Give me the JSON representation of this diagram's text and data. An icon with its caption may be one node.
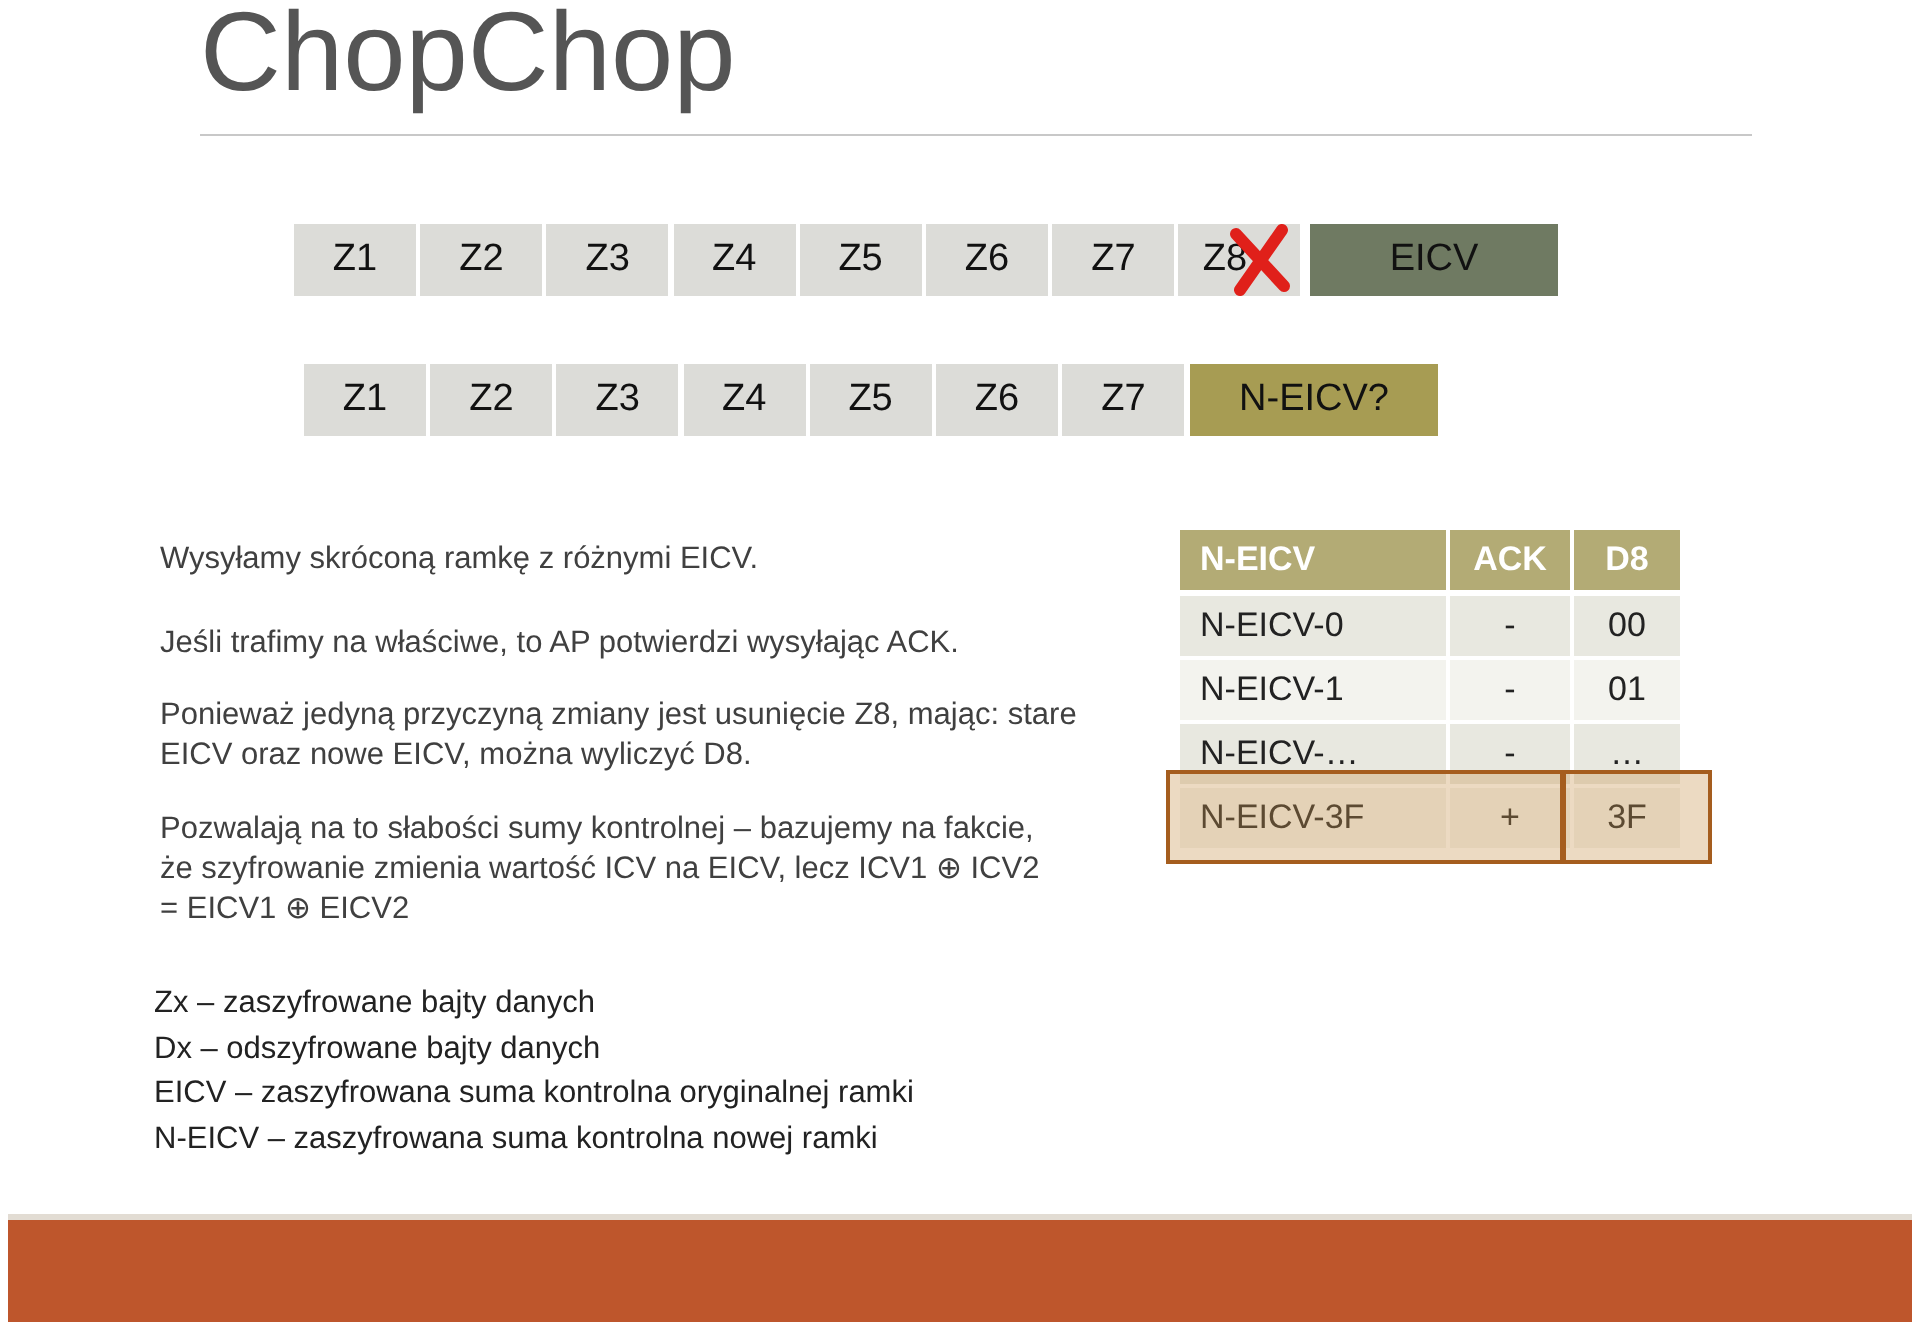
{
  "diagram": {
    "title": "ChopChop",
    "nodes": [
      {
        "text": [
          "Z1"
        ]
      },
      {
        "text": [
          "Z2"
        ]
      },
      {
        "text": [
          "Z3"
        ]
      },
      {
        "text": [
          "Z4"
        ]
      },
      {
        "text": [
          "Z5"
        ]
      },
      {
        "text": [
          "Z6"
        ]
      },
      {
        "text": [
          "Z7"
        ]
      },
      {
        "text": [
          "Z8"
        ]
      },
      {
        "text": [
          "EICV"
        ]
      },
      {
        "text": [
          "Z1"
        ]
      },
      {
        "text": [
          "Z2"
        ]
      },
      {
        "text": [
          "Z3"
        ]
      },
      {
        "text": [
          "Z4"
        ]
      },
      {
        "text": [
          "Z5"
        ]
      },
      {
        "text": [
          "Z6"
        ]
      },
      {
        "text": [
          "Z7"
        ]
      },
      {
        "text": [
          "N-EICV?"
        ]
      }
    ],
    "edges": [],
    "labels": [
      "Wysyłamy skróconą ramkę z różnymi EICV.",
      "Jeśli trafimy na właściwe, to AP potwierdzi wysyłając ACK.",
      "Ponieważ jedyną przyczyną zmiany jest usunięcie Z8, mając: stare EICV oraz nowe EICV, można wyliczyć D8.",
      "Pozwalają na to słabości sumy kontrolnej – bazujemy na fakcie, że szyfrowanie zmienia wartość ICV na EICV, lecz ICV1 ⊕ ICV2 = EICV1 ⊕ EICV2",
      "N-EICV",
      "ACK",
      "D8",
      "N-EICV-0",
      "-",
      "00",
      "N-EICV-1",
      "-",
      "01",
      "N-EICV-…",
      "-",
      "…",
      "N-EICV-3F",
      "+",
      "3F",
      "Zx – zaszyfrowane bajty danych",
      "Dx – odszyfrowane bajty danych",
      "EICV – zaszyfrowana suma kontrolna oryginalnej ramki",
      "N-EICV – zaszyfrowana suma kontrolna nowej ramki"
    ]
  }
}
